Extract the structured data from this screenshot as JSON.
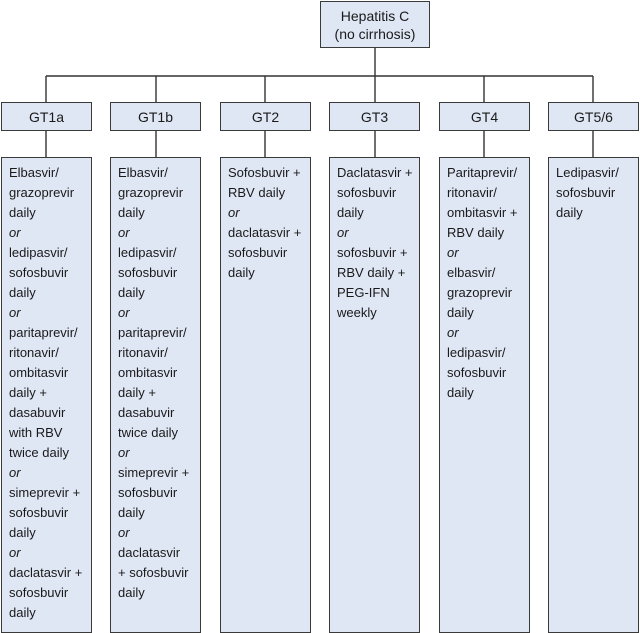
{
  "root": {
    "line1": "Hepatitis C",
    "line2": "(no cirrhosis)"
  },
  "genotypes": [
    {
      "label": "GT1a",
      "lines": [
        {
          "text": "Elbasvir/"
        },
        {
          "text": "grazoprevir"
        },
        {
          "text": "daily"
        },
        {
          "text": "or",
          "italic": true
        },
        {
          "text": "ledipasvir/"
        },
        {
          "text": "sofosbuvir"
        },
        {
          "text": "daily"
        },
        {
          "text": "or",
          "italic": true
        },
        {
          "text": "paritaprevir/"
        },
        {
          "text": "ritonavir/"
        },
        {
          "text": "ombitasvir"
        },
        {
          "text": "daily +"
        },
        {
          "text": "dasabuvir"
        },
        {
          "text": "with RBV"
        },
        {
          "text": "twice daily"
        },
        {
          "text": "or",
          "italic": true
        },
        {
          "text": "simeprevir +"
        },
        {
          "text": "sofosbuvir"
        },
        {
          "text": "daily"
        },
        {
          "text": "or",
          "italic": true
        },
        {
          "text": "daclatasvir +"
        },
        {
          "text": "sofosbuvir"
        },
        {
          "text": "daily"
        }
      ]
    },
    {
      "label": "GT1b",
      "lines": [
        {
          "text": "Elbasvir/"
        },
        {
          "text": "grazoprevir"
        },
        {
          "text": "daily"
        },
        {
          "text": "or",
          "italic": true
        },
        {
          "text": "ledipasvir/"
        },
        {
          "text": "sofosbuvir"
        },
        {
          "text": "daily"
        },
        {
          "text": "or",
          "italic": true
        },
        {
          "text": "paritaprevir/"
        },
        {
          "text": "ritonavir/"
        },
        {
          "text": "ombitasvir"
        },
        {
          "text": "daily +"
        },
        {
          "text": "dasabuvir"
        },
        {
          "text": "twice daily"
        },
        {
          "text": "or",
          "italic": true
        },
        {
          "text": "simeprevir +"
        },
        {
          "text": "sofosbuvir"
        },
        {
          "text": "daily"
        },
        {
          "text": "or",
          "italic": true
        },
        {
          "text": "daclatasvir"
        },
        {
          "text": "+ sofosbuvir"
        },
        {
          "text": "daily"
        }
      ]
    },
    {
      "label": "GT2",
      "lines": [
        {
          "text": "Sofosbuvir +"
        },
        {
          "text": "RBV daily"
        },
        {
          "text": "or",
          "italic": true
        },
        {
          "text": "daclatasvir +"
        },
        {
          "text": "sofosbuvir"
        },
        {
          "text": "daily"
        }
      ]
    },
    {
      "label": "GT3",
      "lines": [
        {
          "text": "Daclatasvir +"
        },
        {
          "text": "sofosbuvir"
        },
        {
          "text": "daily"
        },
        {
          "text": "or",
          "italic": true
        },
        {
          "text": "sofosbuvir +"
        },
        {
          "text": "RBV daily +"
        },
        {
          "text": "PEG-IFN"
        },
        {
          "text": "weekly"
        }
      ]
    },
    {
      "label": "GT4",
      "lines": [
        {
          "text": "Paritaprevir/"
        },
        {
          "text": "ritonavir/"
        },
        {
          "text": "ombitasvir +"
        },
        {
          "text": "RBV daily"
        },
        {
          "text": "or",
          "italic": true
        },
        {
          "text": "elbasvir/"
        },
        {
          "text": "grazoprevir"
        },
        {
          "text": "daily"
        },
        {
          "text": "or",
          "italic": true
        },
        {
          "text": "ledipasvir/"
        },
        {
          "text": "sofosbuvir"
        },
        {
          "text": "daily"
        }
      ]
    },
    {
      "label": "GT5/6",
      "lines": [
        {
          "text": "Ledipasvir/"
        },
        {
          "text": "sofosbuvir"
        },
        {
          "text": "daily"
        }
      ]
    }
  ]
}
